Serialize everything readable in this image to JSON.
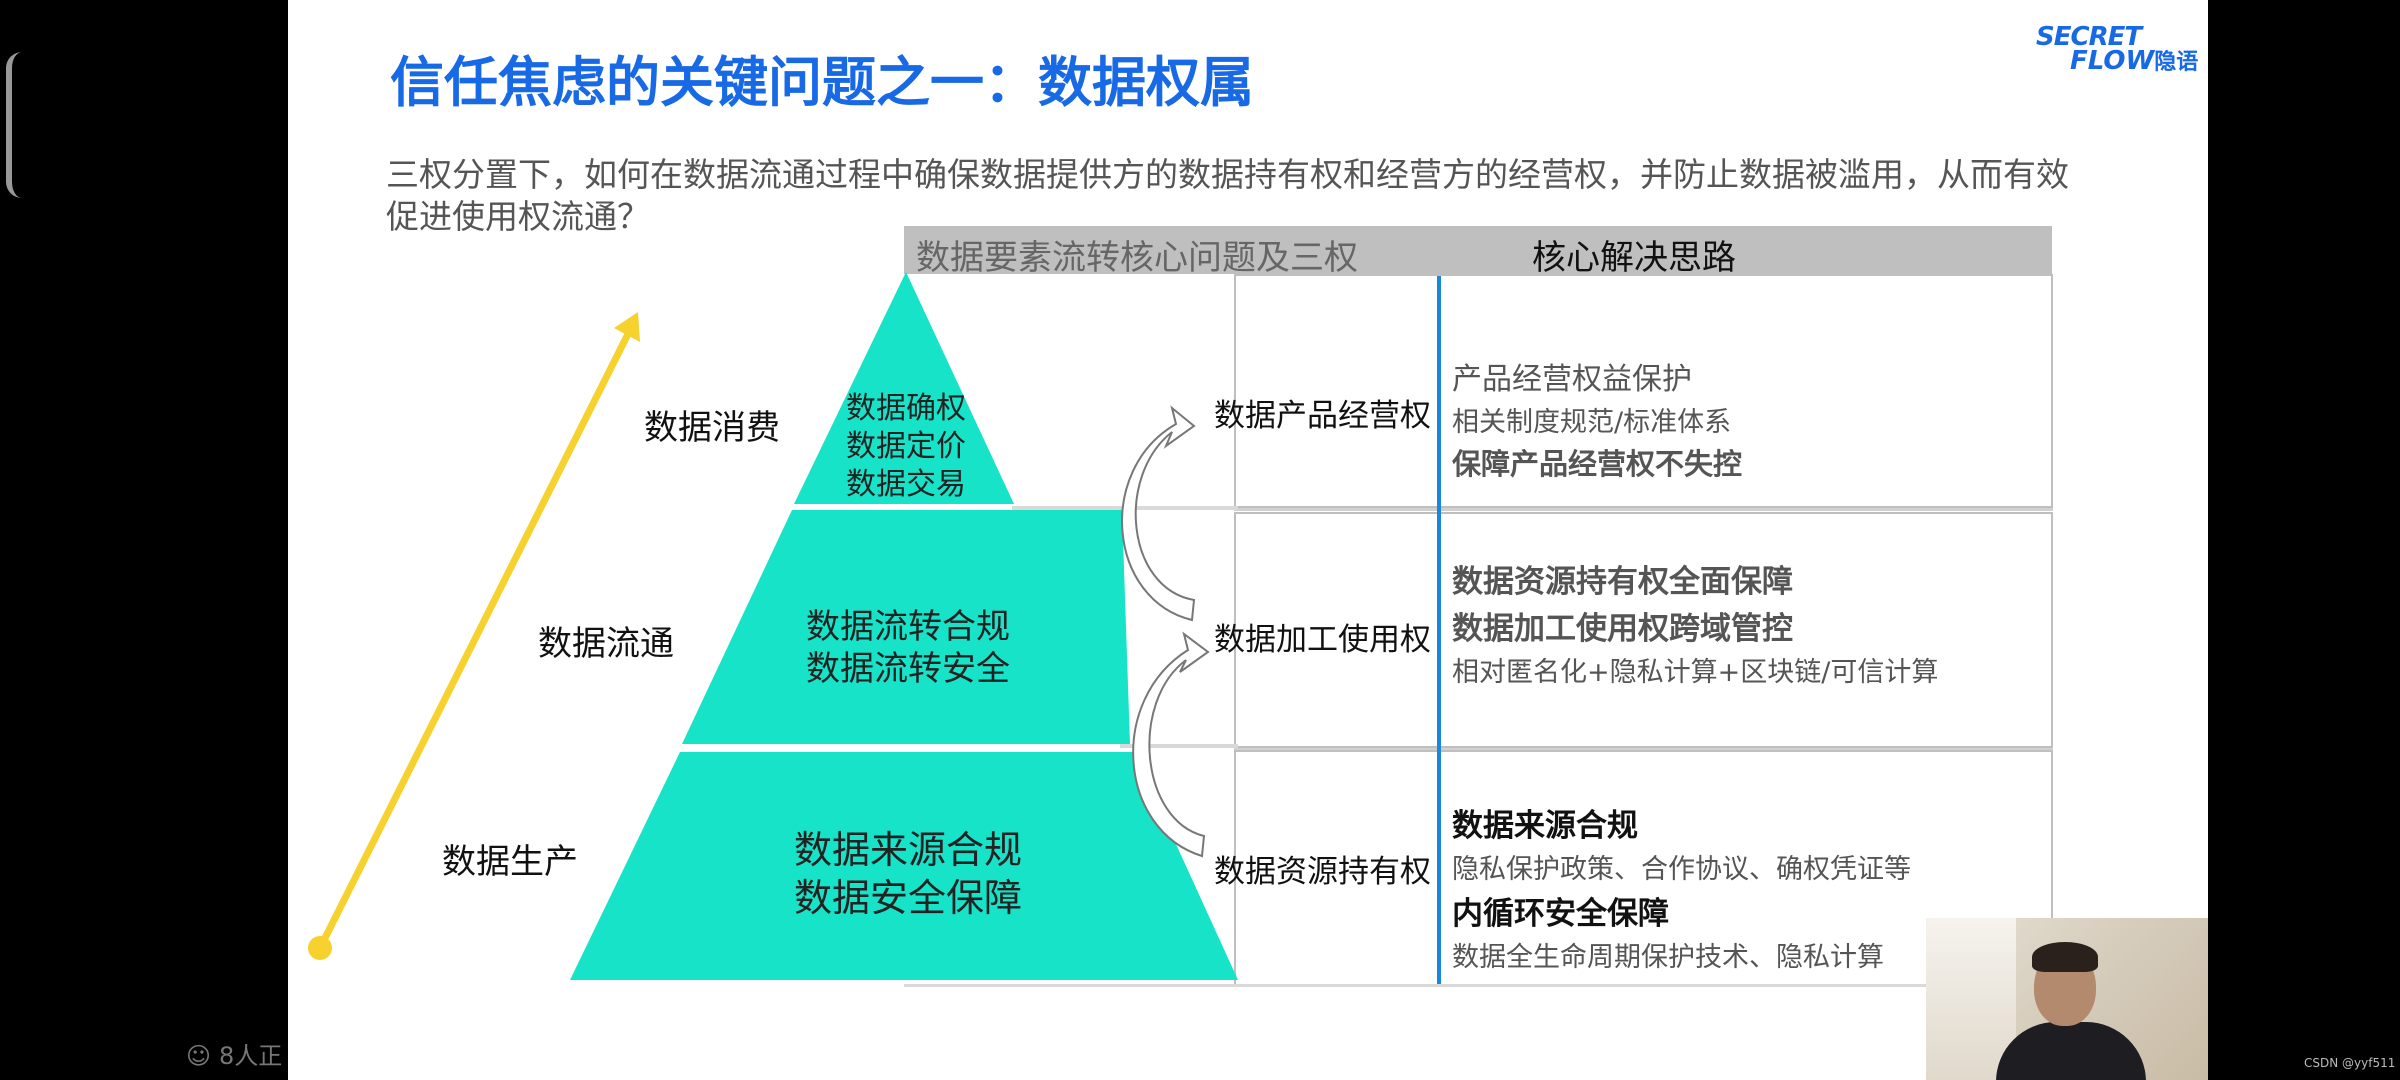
{
  "slide": {
    "title": "信任焦虑的关键问题之一：数据权属",
    "subtitle": "三权分置下，如何在数据流通过程中确保数据提供方的数据持有权和经营方的经营权，并防止数据被滥用，从而有效促进使用权流通？",
    "logo_top": "SECRET",
    "logo_bottom": "FLOW",
    "logo_cn": "隐语"
  },
  "table": {
    "header_left": "数据要素流转核心问题及三权",
    "header_right": "核心解决思路"
  },
  "pyramid": {
    "levels": [
      {
        "label": "数据消费",
        "items": [
          "数据确权",
          "数据定价",
          "数据交易"
        ]
      },
      {
        "label": "数据流通",
        "items": [
          "数据流转合规",
          "数据流转安全"
        ]
      },
      {
        "label": "数据生产",
        "items": [
          "数据来源合规",
          "数据安全保障"
        ]
      }
    ],
    "fill_color": "#17e3c8",
    "arrow_color": "#f7d12e"
  },
  "rights": [
    {
      "label": "数据产品经营权",
      "lines": [
        "产品经营权益保护",
        "相关制度规范/标准体系",
        "保障产品经营权不失控"
      ]
    },
    {
      "label": "数据加工使用权",
      "lines": [
        "数据资源持有权全面保障",
        "数据加工使用权跨域管控",
        "相对匿名化+隐私计算+区块链/可信计算"
      ]
    },
    {
      "label": "数据资源持有权",
      "lines": [
        "数据来源合规",
        "隐私保护政策、合作协议、确权凭证等",
        "内循环安全保障",
        "数据全生命周期保护技术、隐私计算"
      ]
    }
  ],
  "overlay": {
    "viewers": "8人正",
    "watermark": "CSDN @yyf511"
  },
  "colors": {
    "accent": "#1769e6",
    "divider": "#1b87d8",
    "header_bg": "#bfbfbf"
  }
}
